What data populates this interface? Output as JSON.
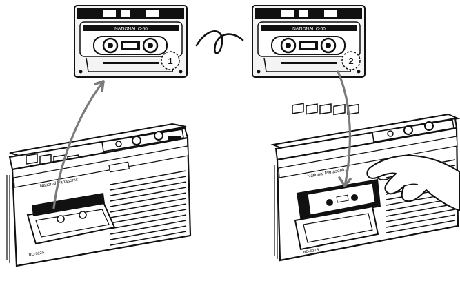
{
  "labels": {
    "cassette_side_1": "1",
    "cassette_side_2": "2",
    "cassette_brand": "NATIONAL  C-60",
    "recorder_brand_left": "National Panasonic",
    "recorder_brand_right": "National Panasonic",
    "recorder_model_left": "RQ-522S",
    "recorder_model_right": "RQ-522S"
  },
  "colors": {
    "ink": "#111111",
    "arrow": "#7a7a7a",
    "paper": "#ffffff",
    "cassette_body": "#f4f4f4"
  },
  "icons": {
    "flip": "loop-arrow-icon",
    "transfer": "curved-arrow-icon"
  }
}
